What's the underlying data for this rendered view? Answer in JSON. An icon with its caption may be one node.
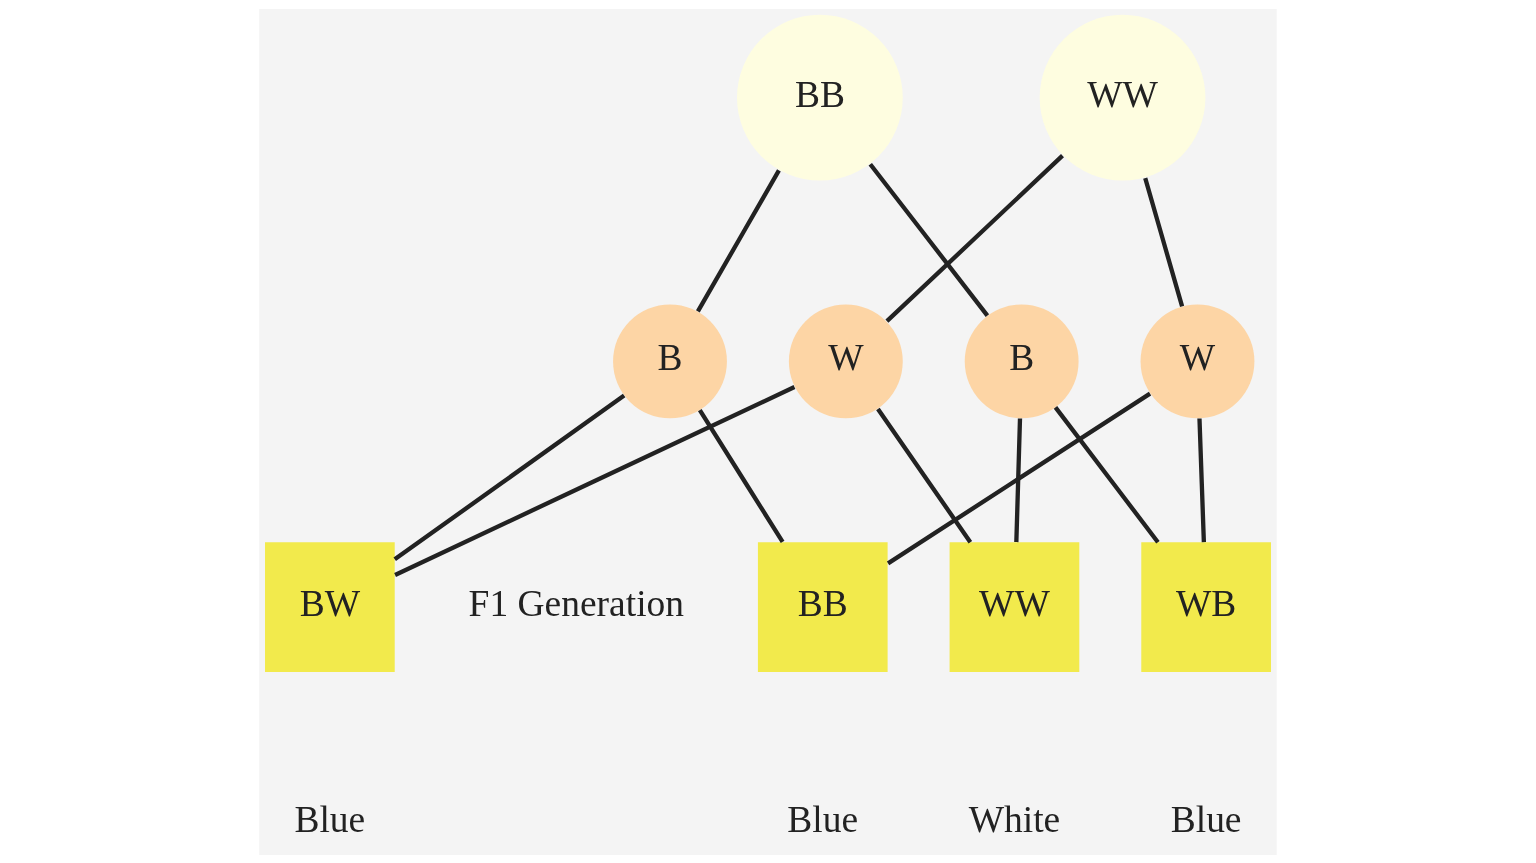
{
  "diagram": {
    "nodes": [
      {
        "text": [
          "BB"
        ]
      },
      {
        "text": [
          "WW"
        ]
      },
      {
        "text": [
          "B"
        ]
      },
      {
        "text": [
          "B"
        ]
      },
      {
        "text": [
          "W"
        ]
      },
      {
        "text": [
          "W"
        ]
      },
      {
        "text": [
          "BB"
        ],
        "beside": [
          "Blue"
        ]
      },
      {
        "text": [
          "BW"
        ],
        "beside": [
          "Blue"
        ]
      },
      {
        "text": [
          "WB"
        ],
        "beside": [
          "Blue"
        ]
      },
      {
        "text": [
          "WW"
        ],
        "beside": [
          "White"
        ]
      }
    ],
    "edges": [
      {
        "from": 0,
        "to": 2,
        "arrow": "none"
      },
      {
        "from": 0,
        "to": 3,
        "arrow": "none"
      },
      {
        "from": 1,
        "to": 4,
        "arrow": "none"
      },
      {
        "from": 1,
        "to": 5,
        "arrow": "none"
      },
      {
        "from": 2,
        "to": 6,
        "arrow": "none"
      },
      {
        "from": 2,
        "to": 7,
        "arrow": "none"
      },
      {
        "from": 3,
        "to": 8,
        "arrow": "none"
      },
      {
        "from": 3,
        "to": 9,
        "arrow": "none"
      },
      {
        "from": 4,
        "to": 6,
        "arrow": "none"
      },
      {
        "from": 4,
        "to": 8,
        "arrow": "none"
      },
      {
        "from": 5,
        "to": 7,
        "arrow": "none"
      },
      {
        "from": 5,
        "to": 9,
        "arrow": "none"
      }
    ],
    "labels": [
      "F1 Generation"
    ]
  }
}
